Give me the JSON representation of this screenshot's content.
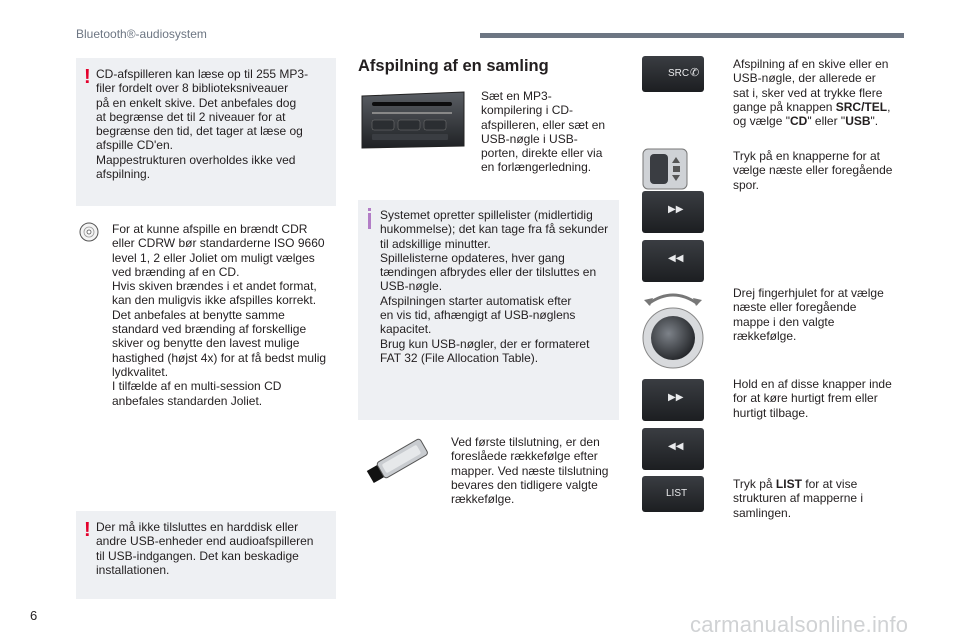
{
  "header": {
    "label": "Bluetooth®-audiosystem"
  },
  "page_number": "6",
  "left_column": {
    "warning1": "CD-afspilleren kan læse op til 255 MP3-\nfiler fordelt over 8 biblioteksniveauer\npå en enkelt skive. Det anbefales dog\nat begrænse det til 2 niveauer for at\nbegrænse den tid, det tager at læse og\nafspille CD'en.\nMappestrukturen overholdes ikke ved\nafspilning.",
    "cd_note": "For at kunne afspille en brændt CDR\neller CDRW bør standarderne ISO 9660\nlevel 1, 2 eller Joliet om muligt vælges\nved brænding af en CD.\nHvis skiven brændes i et andet format,\nkan den muligvis ikke afspilles korrekt.\nDet anbefales at benytte samme\nstandard ved brænding af forskellige\nskiver og benytte den lavest mulige\nhastighed (højst 4x) for at få bedst mulig\nlydkvalitet.\nI tilfælde af en multi-session CD\nanbefales standarden Joliet.",
    "warning2": "Der må ikke tilsluttes en harddisk eller\nandre USB-enheder end audioafspilleren\ntil USB-indgangen. Det kan beskadige\ninstallationen."
  },
  "middle_column": {
    "title": "Afspilning af en samling",
    "insert_text": "Sæt en MP3-\nkompilering i CD-\nafspilleren, eller sæt en\nUSB-nøgle i USB-\nporten, direkte eller via\nen forlængerledning.",
    "info_text": "Systemet opretter spillelister (midlertidig\nhukommelse); det kan tage fra få sekunder\ntil adskillige minutter.\nSpillelisterne opdateres, hver gang\ntændingen afbrydes eller der tilsluttes en\nUSB-nøgle.\nAfspilningen starter automatisk efter\nen vis tid, afhængigt af USB-nøglens\nkapacitet.\nBrug kun USB-nøgler, der er formateret\nFAT 32 (File Allocation Table).",
    "usb_text": "Ved første tilslutning, er den\nforeslåede rækkefølge efter\nmapper. Ved næste tilslutning\nbevares den tidligere valgte\nrækkefølge."
  },
  "right_column": {
    "src_button_label": "SRC",
    "src_text_1": "Afspilning af en skive eller en\nUSB-nøgle, der allerede er\nsat i, sker ved at trykke flere\ngange på knappen ",
    "src_text_bold": "SRC/TEL",
    "src_text_2": ",\nog vælge \"",
    "src_text_cd": "CD",
    "src_text_3": "\" eller \"",
    "src_text_usb": "USB",
    "src_text_4": "\".",
    "next_prev_text": "Tryk på en knapperne for at\nvælge næste eller foregående\nspor.",
    "wheel_text": "Drej fingerhjulet for at vælge\nnæste eller foregående\nmappe i den valgte\nrækkefølge.",
    "fast_text": "Hold en af disse knapper inde\nfor at køre hurtigt frem eller\nhurtigt tilbage.",
    "list_button_label": "LIST",
    "list_text_1": "Tryk på ",
    "list_text_bold": "LIST",
    "list_text_2": " for at vise\nstrukturen af mapperne i\nsamlingen.",
    "icons": [
      "next-icon",
      "previous-icon"
    ]
  },
  "watermark": "carmanualsonline.info",
  "colors": {
    "warning": "#e4002b",
    "info": "#b27dc6",
    "box": "#eef0f3",
    "header": "#6d7683"
  }
}
